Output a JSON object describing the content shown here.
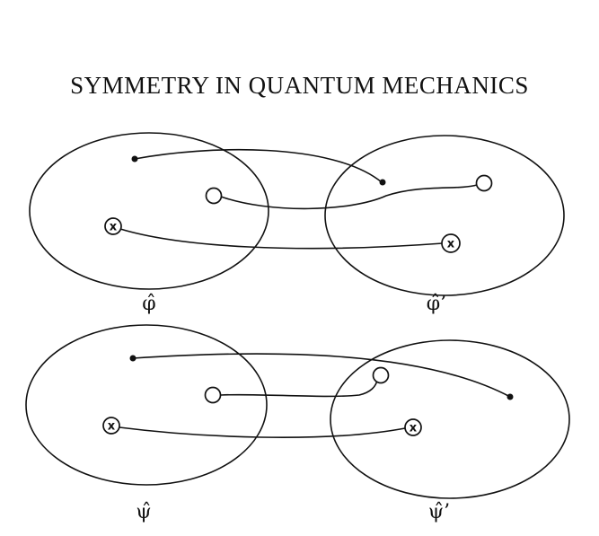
{
  "title": "SYMMETRY IN QUANTUM MECHANICS",
  "top_diagram": {
    "left_label": "φ̂",
    "right_label": "φ̂’",
    "x_symbol_left": "x",
    "x_symbol_right": "x"
  },
  "bottom_diagram": {
    "left_label": "ψ̂",
    "right_label": "ψ̂’",
    "x_symbol_left": "x",
    "x_symbol_right": "x"
  }
}
